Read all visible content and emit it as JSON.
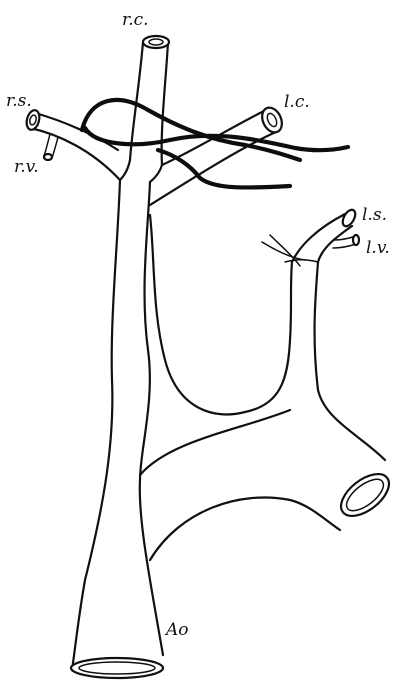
{
  "labels": {
    "rc": "r.c.",
    "rs": "r.s.",
    "rv": "r.v.",
    "lc": "l.c.",
    "ls": "l.s.",
    "lv": "l.v.",
    "ao": "Ao"
  }
}
